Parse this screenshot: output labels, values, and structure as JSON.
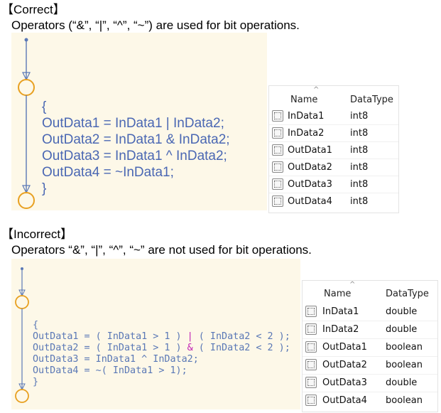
{
  "correct": {
    "heading": "【Correct】",
    "description": "Operators (“&”, “|”, “^”, “~”) are used for bit operations.",
    "code": {
      "open": "{",
      "lines": [
        "OutData1 = InData1 | InData2;",
        "OutData2 = InData1 & InData2;",
        "OutData3 = InData1 ^ InData2;",
        "OutData4 = ~InData1;"
      ],
      "close": "}"
    },
    "table": {
      "col_name": "Name",
      "col_type": "DataType",
      "rows": [
        {
          "name": "InData1",
          "type": "int8"
        },
        {
          "name": "InData2",
          "type": "int8"
        },
        {
          "name": "OutData1",
          "type": "int8"
        },
        {
          "name": "OutData2",
          "type": "int8"
        },
        {
          "name": "OutData3",
          "type": "int8"
        },
        {
          "name": "OutData4",
          "type": "int8"
        }
      ]
    }
  },
  "incorrect": {
    "heading": "【Incorrect】",
    "description": "Operators “&”, “|”, “^”, “~” are not used for bit operations.",
    "code": {
      "open": "{",
      "lines": [
        {
          "pre": "OutData1 = ( InData1 > 1 ) ",
          "op": "|",
          "post": " ( InData2 < 2 );"
        },
        {
          "pre": "OutData2 = ( InData1 > 1 ) ",
          "op": "&",
          "post": " ( InData2 < 2 );"
        },
        {
          "pre": "OutData3 = InData1 ^ InData2;",
          "op": "",
          "post": ""
        },
        {
          "pre": "OutData4 = ~( InData1 > 1);",
          "op": "",
          "post": ""
        }
      ],
      "close": "}"
    },
    "table": {
      "col_name": "Name",
      "col_type": "DataType",
      "rows": [
        {
          "name": "InData1",
          "type": "double"
        },
        {
          "name": "InData2",
          "type": "double"
        },
        {
          "name": "OutData1",
          "type": "boolean"
        },
        {
          "name": "OutData2",
          "type": "boolean"
        },
        {
          "name": "OutData3",
          "type": "double"
        },
        {
          "name": "OutData4",
          "type": "boolean"
        }
      ]
    }
  },
  "colors": {
    "panel_bg": "#fdf8e8",
    "code_blue": "#4a67b3",
    "operator_magenta": "#c11fb3",
    "junction_orange": "#e8a020",
    "transition_blue": "#5a78b6"
  }
}
